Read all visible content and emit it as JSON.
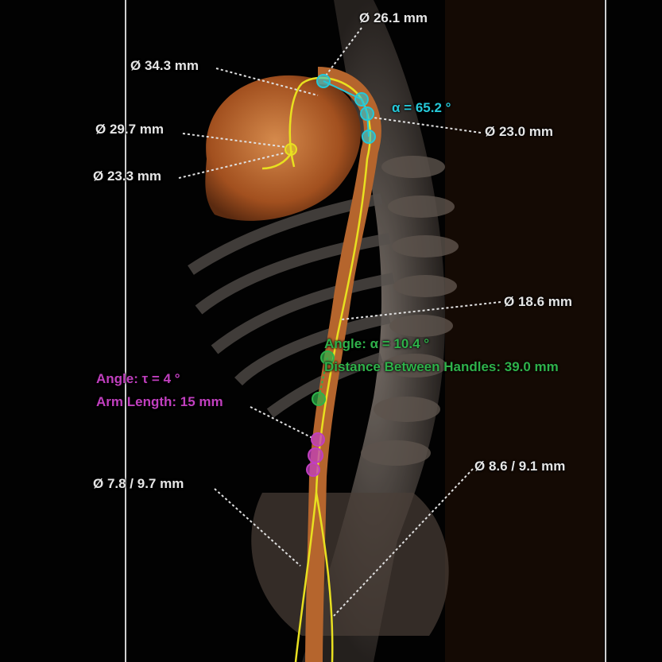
{
  "measurements": {
    "d_26_1": "Ø 26.1 mm",
    "d_34_3": "Ø 34.3 mm",
    "alpha_top": "α = 65.2 °",
    "d_23_0": "Ø 23.0 mm",
    "d_29_7": "Ø 29.7 mm",
    "d_23_3": "Ø 23.3 mm",
    "d_18_6": "Ø 18.6 mm",
    "d_7_8_9_7": "Ø 7.8 / 9.7 mm",
    "d_8_6_9_1": "Ø 8.6 / 9.1 mm"
  },
  "green_annotation": {
    "angle": "Angle: α =  10.4 °",
    "distance": "Distance Between Handles: 39.0 mm"
  },
  "magenta_annotation": {
    "angle": "Angle: τ = 4 °",
    "arm_length": "Arm Length: 15 mm"
  },
  "colors": {
    "cyan": "#25c8d8",
    "green": "#2fb24a",
    "magenta": "#c13fbf",
    "centerline": "#e8e020",
    "tissue": "#b5652d"
  }
}
